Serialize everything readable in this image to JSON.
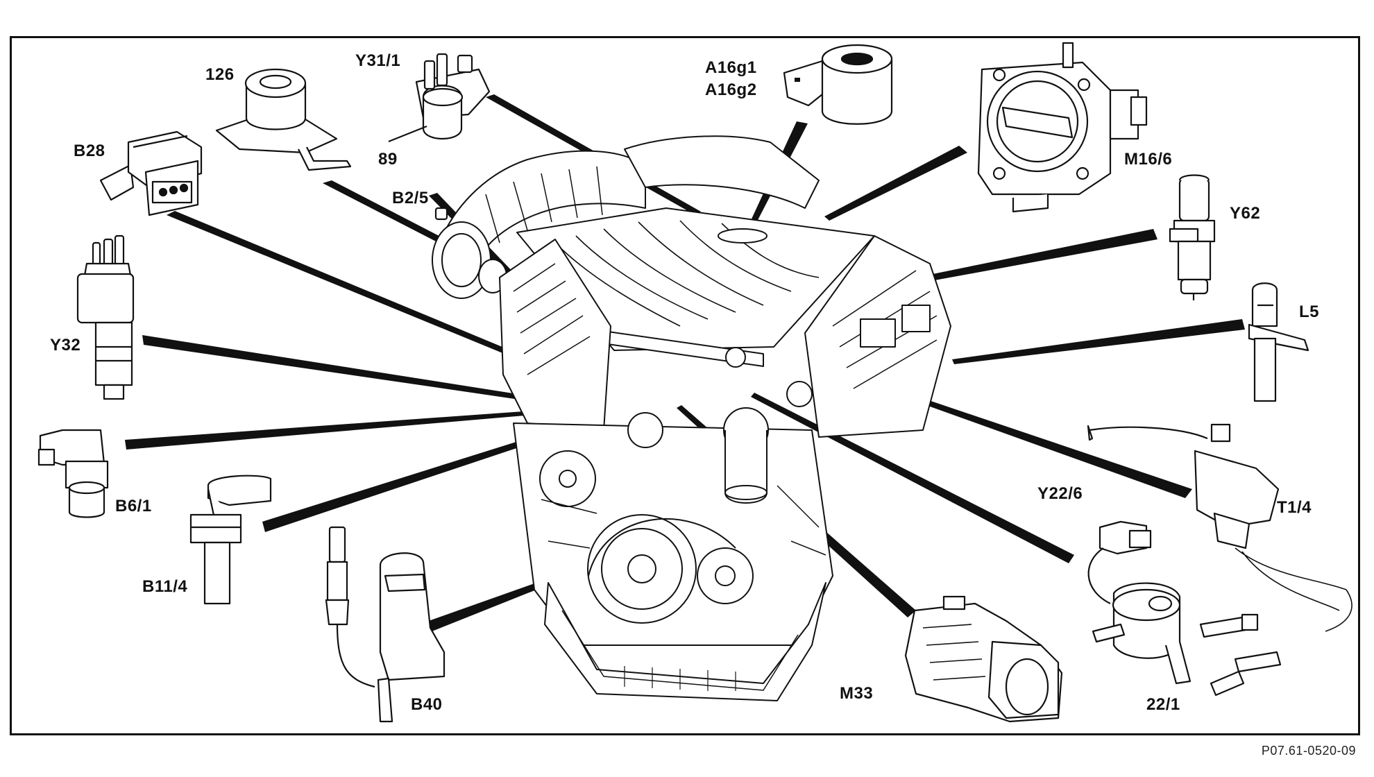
{
  "figure_id": "P07.61-0520-09",
  "labels": {
    "c126": "126",
    "y31_1": "Y31/1",
    "c89": "89",
    "a16g1": "A16g1",
    "a16g2": "A16g2",
    "m16_6": "M16/6",
    "b28": "B28",
    "b2_5": "B2/5",
    "y62": "Y62",
    "l5": "L5",
    "y32": "Y32",
    "b6_1": "B6/1",
    "b11_4": "B11/4",
    "b40": "B40",
    "m33": "M33",
    "y22_6": "Y22/6",
    "t1_4": "T1/4",
    "c22_1": "22/1"
  }
}
